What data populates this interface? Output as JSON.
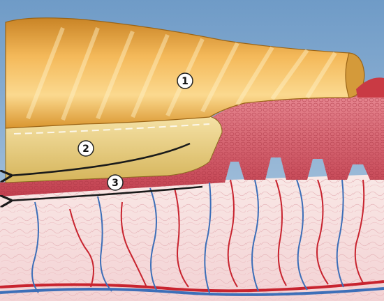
{
  "markers": [
    {
      "id": "marker-1",
      "label": "1"
    },
    {
      "id": "marker-2",
      "label": "2"
    },
    {
      "id": "marker-3",
      "label": "3"
    }
  ],
  "colors": {
    "background_sky": "#8fb4d6",
    "nail_plate": "#e8a73c",
    "nail_highlight": "#fbe3a3",
    "nail_bed": "#f2c872",
    "epidermis": "#cf5a68",
    "dermis": "#f6dfe0",
    "artery": "#c8242f",
    "vein": "#3d6fb8",
    "arrow": "#1a1a1a",
    "marker_fill": "#ffffff",
    "marker_stroke": "#222222"
  }
}
